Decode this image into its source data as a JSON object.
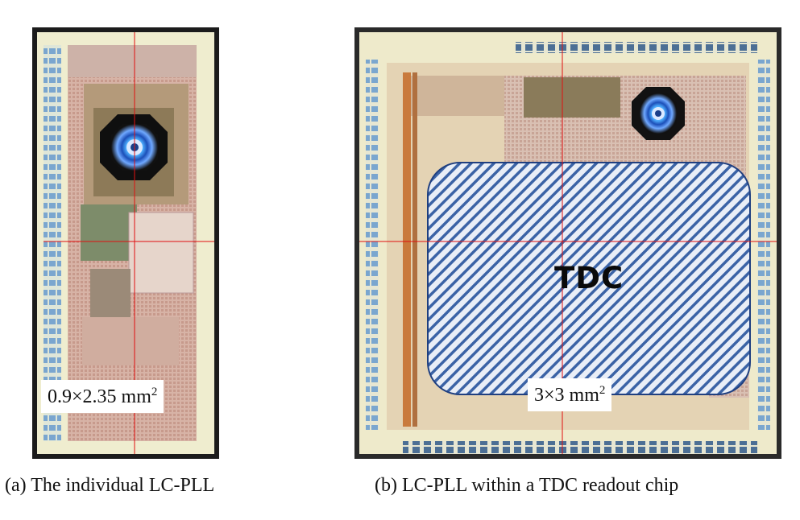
{
  "panel_a": {
    "dimension_base": "0.9×2.35 mm",
    "dimension_sup": "2",
    "caption": "(a)  The individual LC-PLL"
  },
  "panel_b": {
    "block_label": "TDC",
    "dimension_base": "3×3 mm",
    "dimension_sup": "2",
    "caption": "(b) LC-PLL within a TDC readout chip"
  },
  "colors": {
    "die_background": "#d9bfb0",
    "pad_ring": "#e8e4c8",
    "pads": "#7fa7c9",
    "inductor_blue": "#2f7fd6",
    "tdc_hatch": "#3b63a6",
    "tdc_fill": "#e9eef7",
    "crosshair": "#e01010"
  }
}
